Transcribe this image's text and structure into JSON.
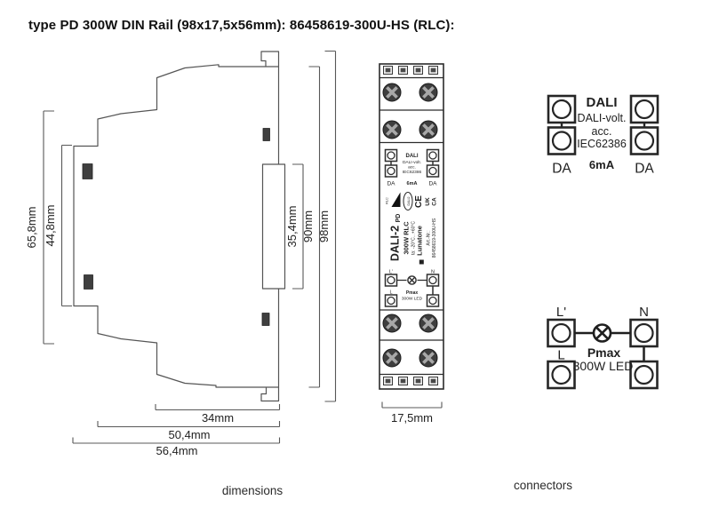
{
  "title": "type PD 300W DIN Rail (98x17,5x56mm): 86458619-300U-HS (RLC):",
  "captions": {
    "left": "dimensions",
    "right": "connectors"
  },
  "dims": {
    "h65": "65,8mm",
    "h44": "44,8mm",
    "h35": "35,4mm",
    "h90": "90mm",
    "h98": "98mm",
    "w34": "34mm",
    "w50": "50,4mm",
    "w56": "56,4mm",
    "w17": "17,5mm"
  },
  "device": {
    "dali_mini": {
      "title": "DALI",
      "volt": "DALI-volt.",
      "acc": "acc.",
      "std": "IEC62386",
      "ma": "6mA",
      "da_l": "DA",
      "da_r": "DA"
    },
    "certs": {
      "rlc": "RLC",
      "dali2": "DALI2",
      "ce": "CE",
      "uk": "UK",
      "ca": "CA"
    },
    "name": "DALI-2",
    "name_suffix": "PD",
    "power": "300W RLC",
    "temp": "ta: -20°C...+60°C",
    "brand": "Lunatone",
    "art_label": "Art.-Nr.:",
    "art_no": "86458619-300U-HS",
    "load_mini": {
      "lp": "L'",
      "n": "N",
      "l": "L",
      "pmax": "Pmax",
      "load": "300W LED"
    }
  },
  "connectors": {
    "dali": {
      "title": "DALI",
      "volt": "DALI-volt.",
      "acc": "acc.",
      "std": "IEC62386",
      "ma": "6mA",
      "da_l": "DA",
      "da_r": "DA"
    },
    "load": {
      "lp": "L'",
      "n": "N",
      "l": "L",
      "pmax": "Pmax",
      "load": "300W LED"
    }
  }
}
